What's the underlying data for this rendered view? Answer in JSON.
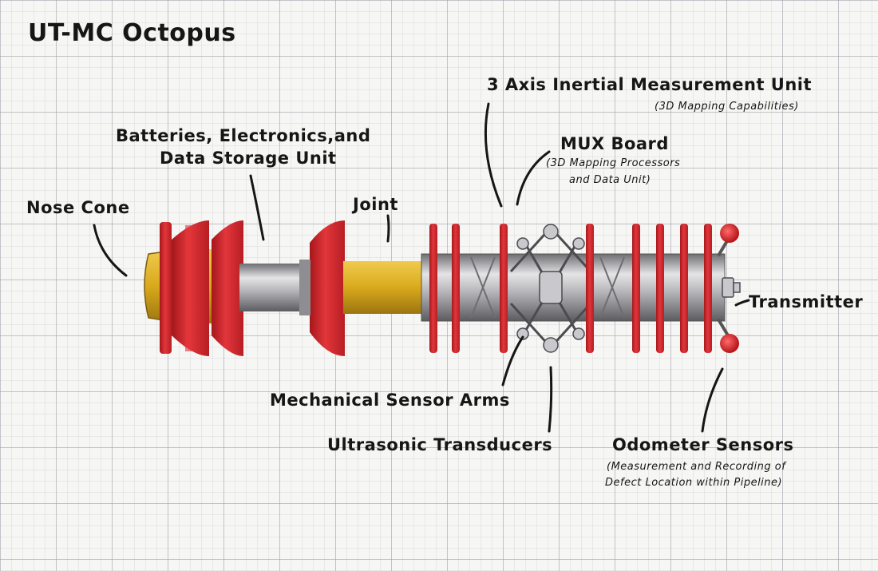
{
  "title": "UT-MC Octopus",
  "labels": {
    "imu": "3 Axis Inertial Measurement Unit",
    "imu_sub": "(3D Mapping Capabilities)",
    "batteries_line1": "Batteries, Electronics,and",
    "batteries_line2": "Data Storage Unit",
    "mux": "MUX Board",
    "mux_sub_line1": "(3D Mapping Processors",
    "mux_sub_line2": "and Data Unit)",
    "nose_cone": "Nose Cone",
    "joint": "Joint",
    "transmitter": "Transmitter",
    "mechanical_arms": "Mechanical Sensor Arms",
    "ultrasonic": "Ultrasonic Transducers",
    "odometer": "Odometer Sensors",
    "odometer_sub_line1": "(Measurement and Recording of",
    "odometer_sub_line2": "Defect Location within Pipeline)"
  },
  "colors": {
    "cup_red": "#d8262c",
    "body_yellow": "#d9a91c",
    "steel": "#a9a9ad",
    "ink": "#161616"
  }
}
